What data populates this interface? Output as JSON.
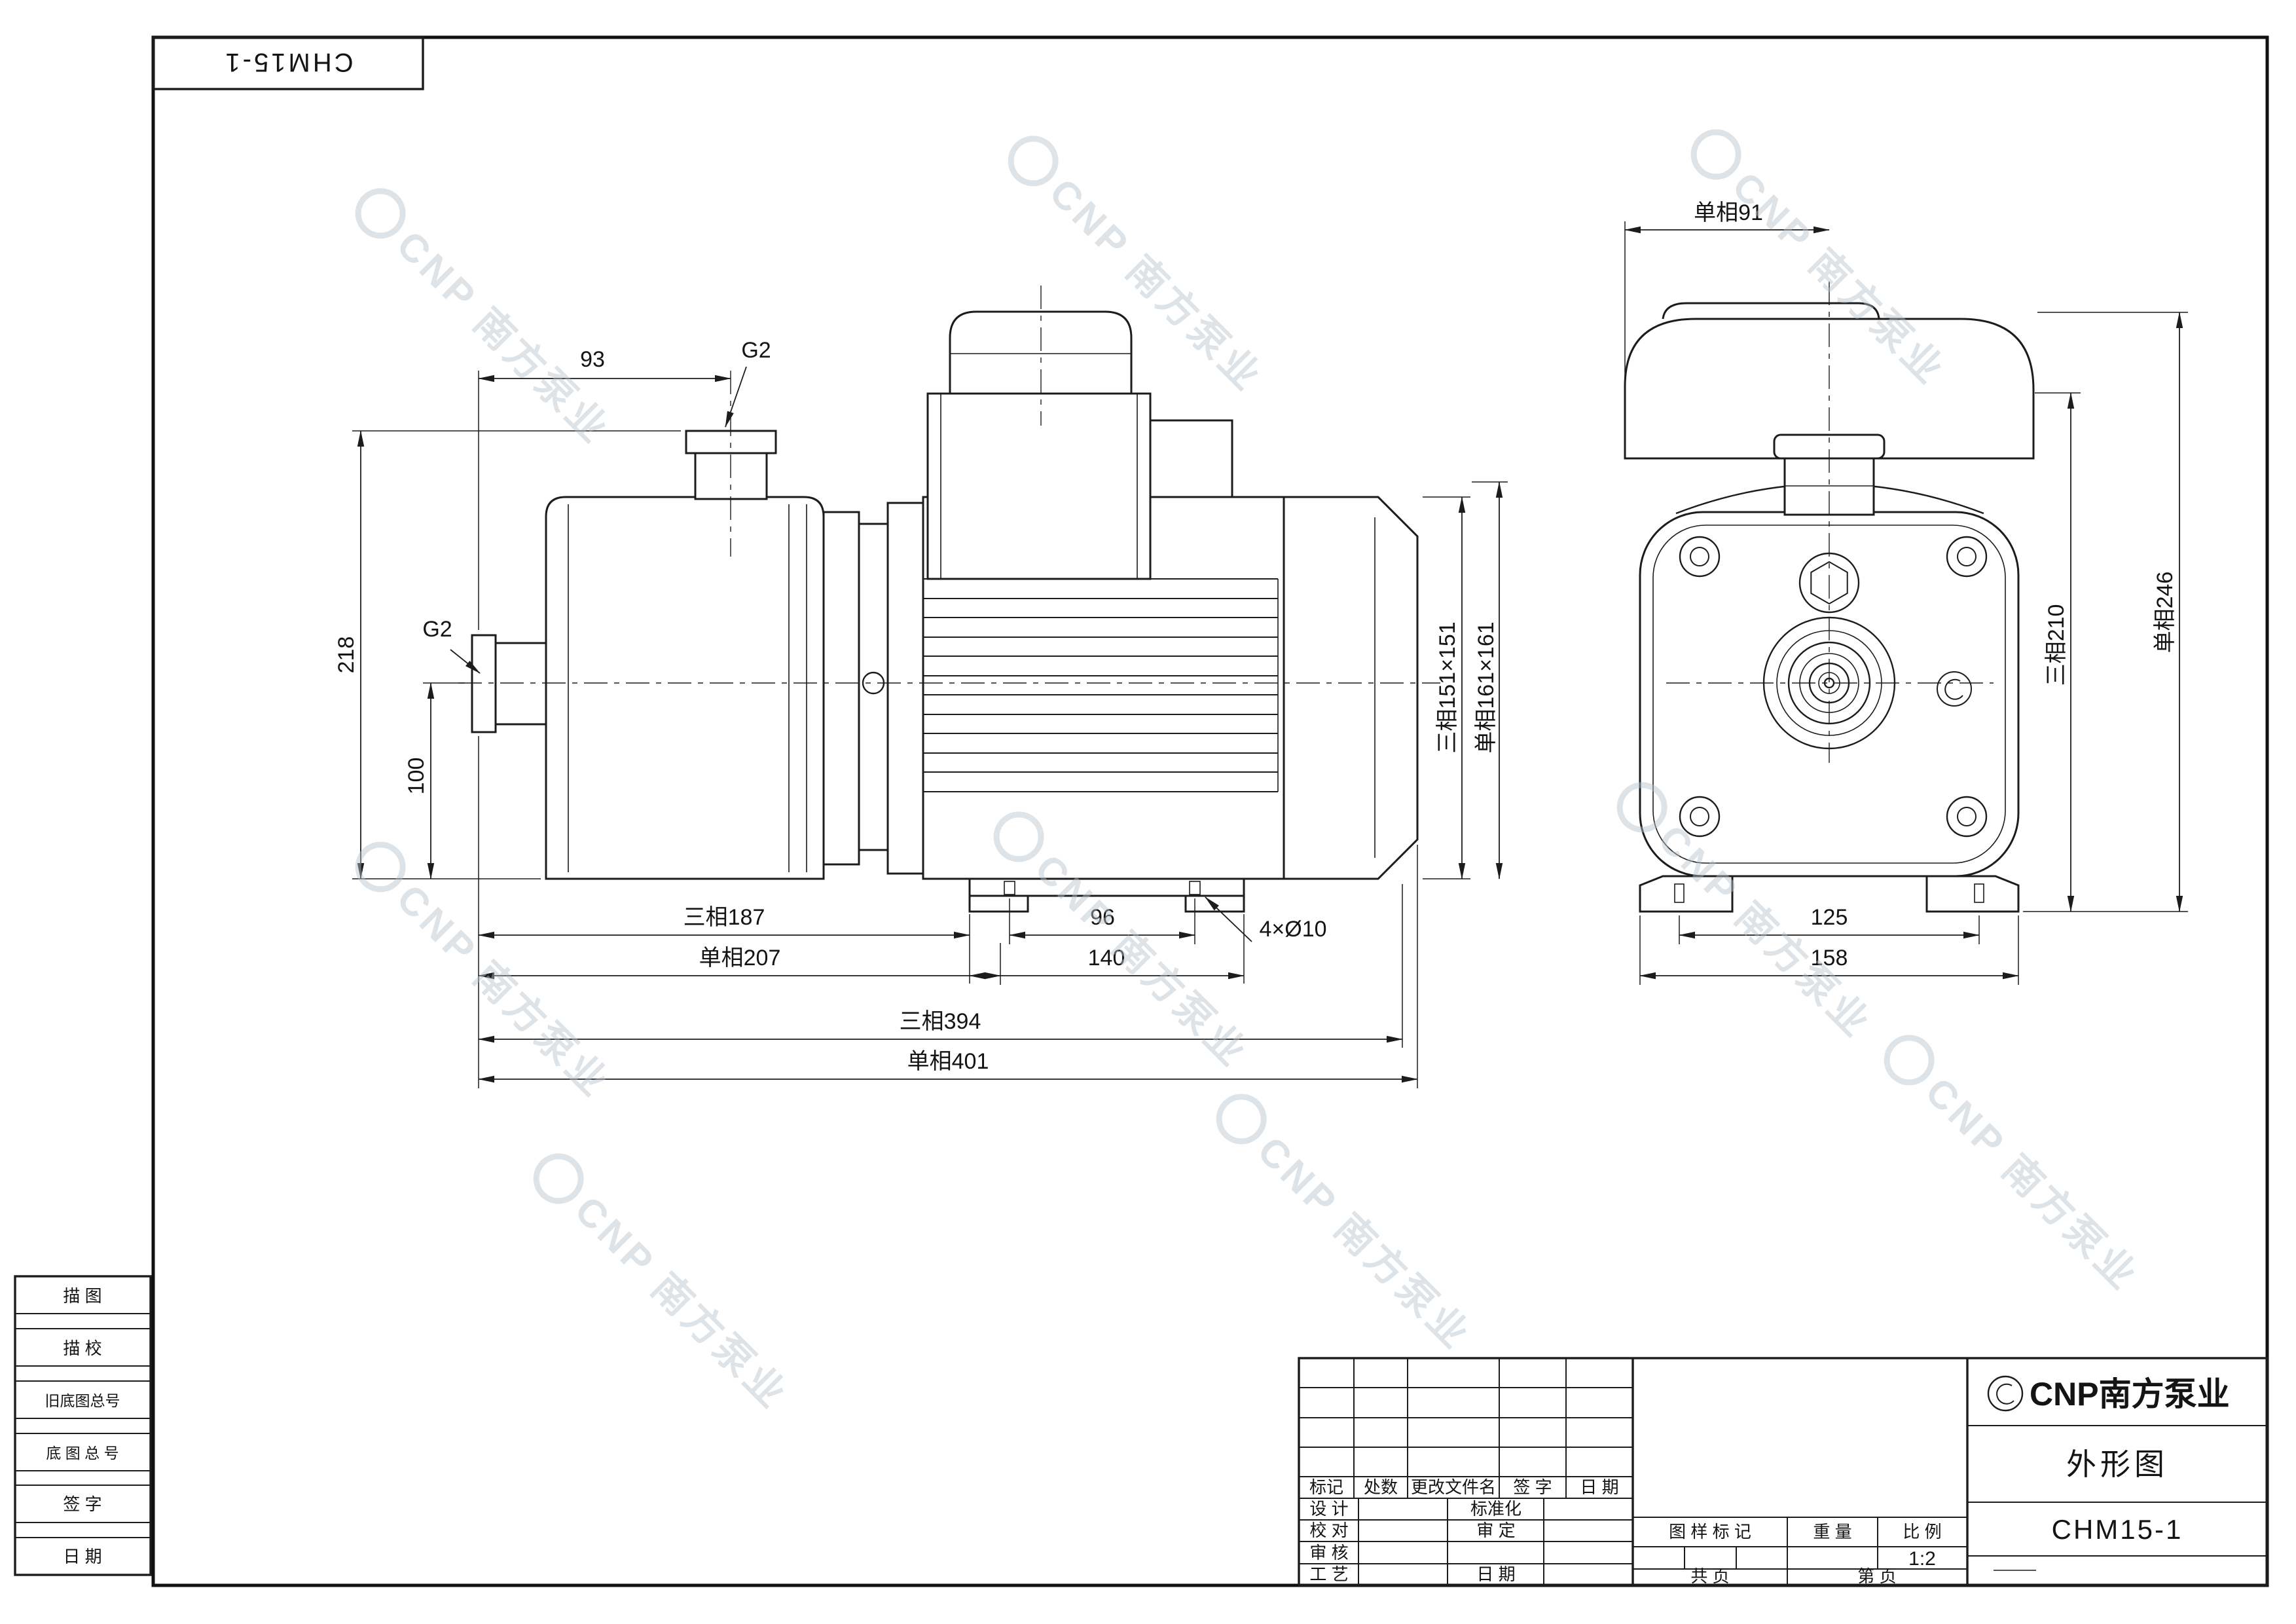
{
  "sheet": {
    "top_left_code": "CHM15-1"
  },
  "watermark": {
    "text": "CNP 南方泵业"
  },
  "side_view": {
    "dim_93": "93",
    "g2_top": "G2",
    "g2_inlet": "G2",
    "dim_218": "218",
    "dim_100": "100",
    "dim_187": "三相187",
    "dim_207": "单相207",
    "dim_96": "96",
    "dim_140": "140",
    "dim_holes": "4×Ø10",
    "dim_394": "三相394",
    "dim_401": "单相401",
    "dim_151": "三相151×151",
    "dim_161": "单相161×161"
  },
  "front_view": {
    "dim_91": "单相91",
    "dim_246": "单相246",
    "dim_210": "三相210",
    "dim_125": "125",
    "dim_158": "158"
  },
  "left_strip": {
    "items": [
      "描  图",
      "描  校",
      "旧底图总号",
      "底 图 总 号",
      "签  字",
      "日  期"
    ]
  },
  "title_block": {
    "rev_cols": [
      "标记",
      "处数",
      "更改文件名",
      "签  字",
      "日  期"
    ],
    "design": "设  计",
    "proof": "校  对",
    "audit": "审  核",
    "craft": "工  艺",
    "standardize": "标准化",
    "approve": "审  定",
    "date_label": "日  期",
    "mark_label": "图  样  标  记",
    "weight_label": "重  量",
    "scale_label": "比  例",
    "scale_value": "1:2",
    "total_pages": "共    页",
    "page_no": "第    页",
    "brand": "CNP南方泵业",
    "doc_type": "外形图",
    "model": "CHM15-1"
  }
}
